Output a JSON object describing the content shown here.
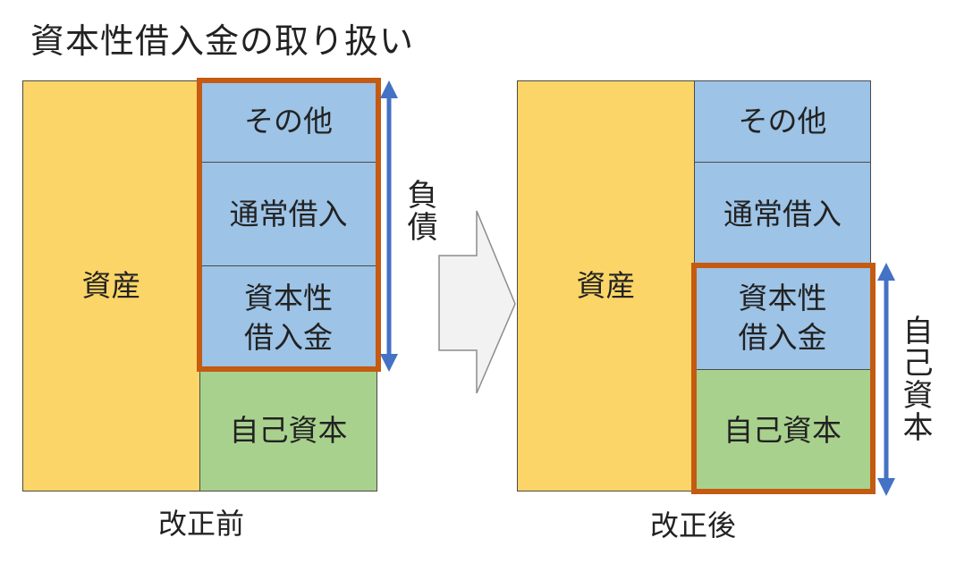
{
  "title": "資本性借入金の取り扱い",
  "before": {
    "assets_label": "資産",
    "other_label": "その他",
    "normal_loan_label": "通常借入",
    "capital_loan_label": "資本性\n借入金",
    "equity_label": "自己資本",
    "bracket_label": "負債",
    "caption": "改正前"
  },
  "after": {
    "assets_label": "資産",
    "other_label": "その他",
    "normal_loan_label": "通常借入",
    "capital_loan_label": "資本性\n借入金",
    "equity_label": "自己資本",
    "bracket_label": "自己資本",
    "caption": "改正後"
  },
  "colors": {
    "assets": "#fbd567",
    "liabilities": "#9dc3e6",
    "equity": "#a9d18e",
    "highlight": "#c55a11",
    "bracket_arrow": "#4472c4",
    "transition_arrow": "#f2f2f2"
  }
}
